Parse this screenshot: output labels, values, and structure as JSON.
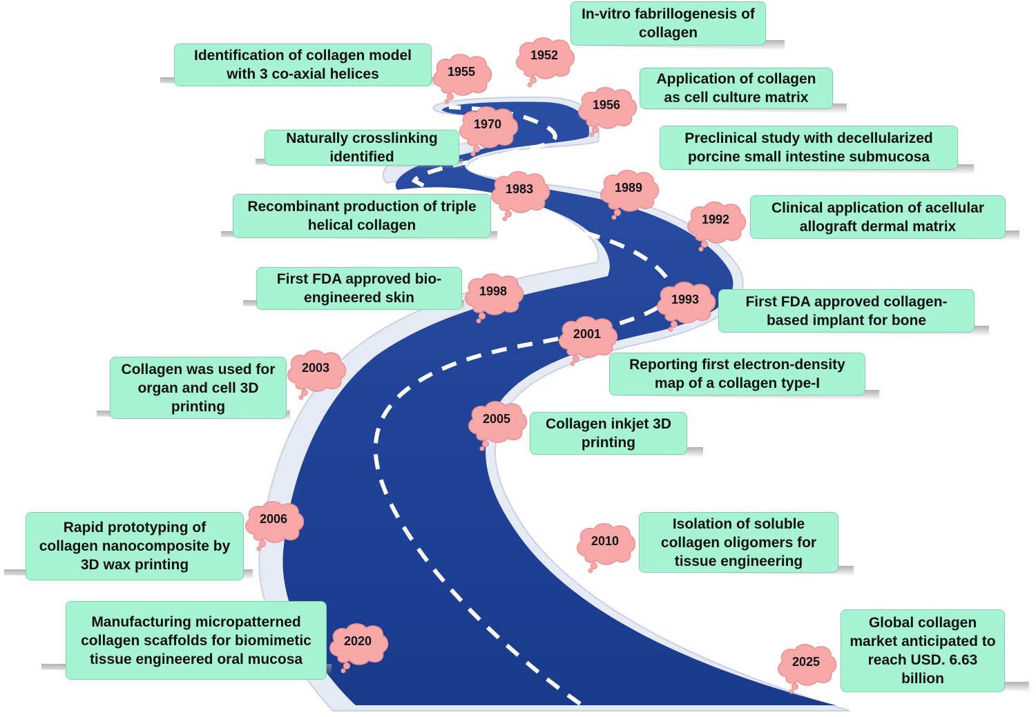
{
  "colors": {
    "road": "#1c3f91",
    "road_edge": "#e9edf7",
    "box_fill": "#a8f3d3",
    "cloud_fill": "#f7a9aa",
    "cloud_stroke": "#e98f92"
  },
  "events": [
    {
      "year": "1952",
      "text": "In-vitro fabrillogenesis of collagen"
    },
    {
      "year": "1955",
      "text": "Identification of collagen model with 3 co-axial helices"
    },
    {
      "year": "1956",
      "text": "Application of collagen as cell culture matrix"
    },
    {
      "year": "1970",
      "text": "Naturally crosslinking identified"
    },
    {
      "year": "1983",
      "text": "Recombinant production of triple helical collagen"
    },
    {
      "year": "1989",
      "text": "Preclinical study with decellularized porcine small intestine submucosa"
    },
    {
      "year": "1992",
      "text": "Clinical application of acellular allograft dermal matrix"
    },
    {
      "year": "1993",
      "text": "First FDA approved collagen-based implant for bone"
    },
    {
      "year": "1998",
      "text": "First FDA approved bio-engineered skin"
    },
    {
      "year": "2001",
      "text": "Reporting first electron-density map of a collagen type-I"
    },
    {
      "year": "2003",
      "text": "Collagen was used for organ and cell 3D printing"
    },
    {
      "year": "2005",
      "text": "Collagen inkjet 3D printing"
    },
    {
      "year": "2006",
      "text": "Rapid prototyping of collagen nanocomposite by 3D wax printing"
    },
    {
      "year": "2010",
      "text": "Isolation of soluble collagen oligomers for tissue engineering"
    },
    {
      "year": "2020",
      "text": "Manufacturing micropatterned collagen scaffolds for biomimetic tissue engineered oral mucosa"
    },
    {
      "year": "2025",
      "text": "Global collagen market anticipated to reach USD. 6.63 billion"
    }
  ]
}
